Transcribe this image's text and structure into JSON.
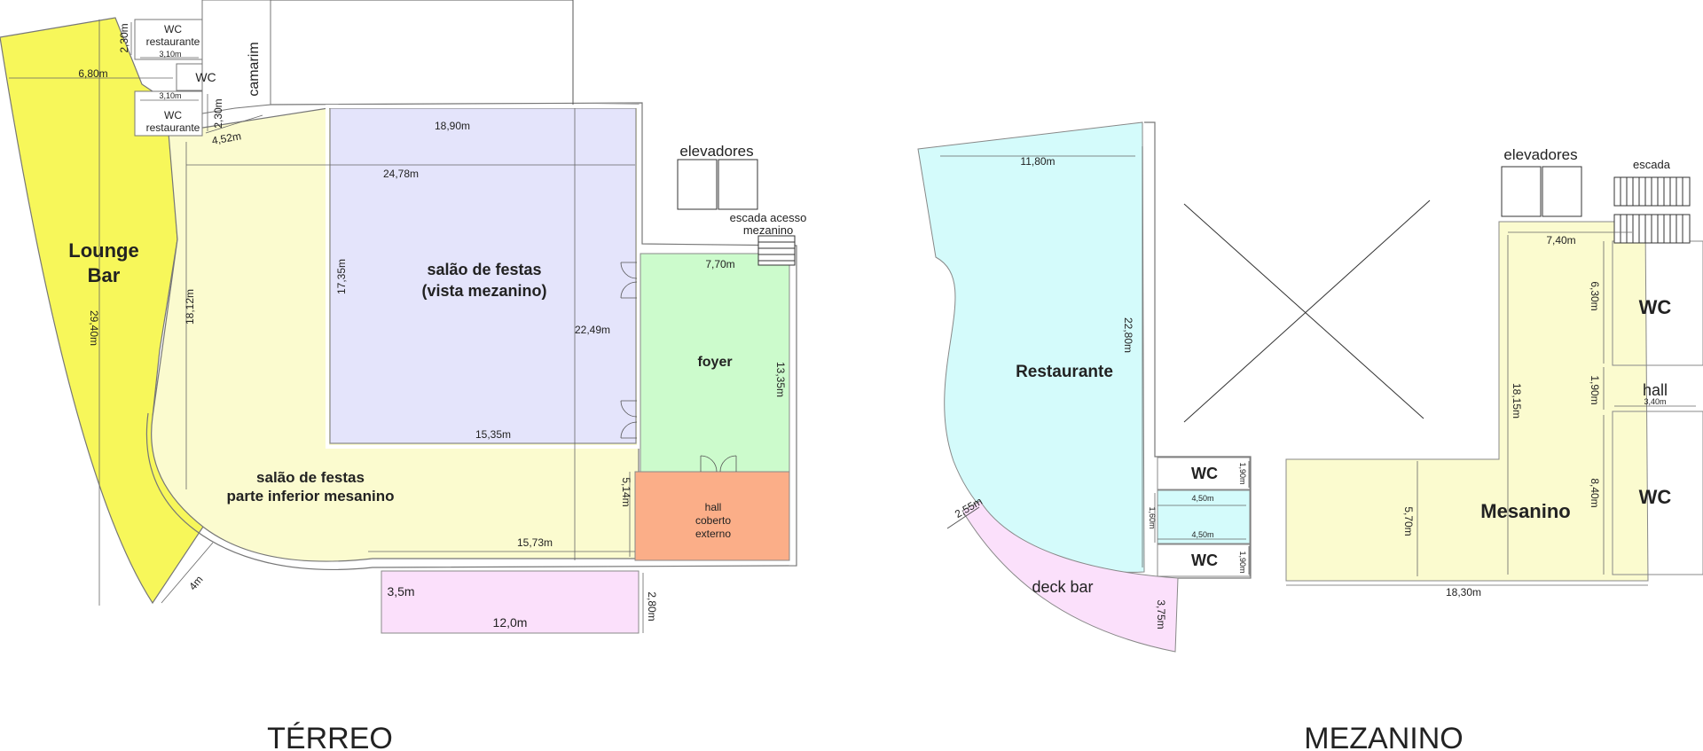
{
  "colors": {
    "lounge": "#f7f75a",
    "salao_inferior": "#fbfbcf",
    "salao_festas": "#e4e4fb",
    "foyer": "#ccfbcc",
    "hall": "#fbae88",
    "deck": "#fbe0fb",
    "restaurante": "#d4fbfb",
    "mesanino": "#fbfbcf"
  },
  "terreo": {
    "title": "TÉRREO",
    "rooms": {
      "lounge_l1": "Lounge",
      "lounge_l2": "Bar",
      "wc_rest_top_l1": "WC",
      "wc_rest_top_l2": "restaurante",
      "wc": "WC",
      "wc_rest_bot_l1": "WC",
      "wc_rest_bot_l2": "restaurante",
      "camarim": "camarim",
      "salao_mez_l1": "salão de festas",
      "salao_mez_l2": "(vista mezanino)",
      "salao_inf_l1": "salão de festas",
      "salao_inf_l2": "parte inferior mesanino",
      "foyer": "foyer",
      "hall_l1": "hall",
      "hall_l2": "coberto",
      "hall_l3": "externo",
      "elevadores": "elevadores",
      "escada_l1": "escada acesso",
      "escada_l2": "mezanino"
    },
    "dims": {
      "d_230_top": "2,30m",
      "d_310_top": "3,10m",
      "d_680": "6,80m",
      "d_310_bot": "3,10m",
      "d_230_bot": "2,30m",
      "d_452": "4,52m",
      "d_1890": "18,90m",
      "d_2478": "24,78m",
      "d_1735": "17,35m",
      "d_1812": "18,12m",
      "d_2940": "29,40m",
      "d_2249": "22,49m",
      "d_1535": "15,35m",
      "d_770": "7,70m",
      "d_1335": "13,35m",
      "d_514": "5,14m",
      "d_1573": "15,73m",
      "d_4m": "4m",
      "d_35": "3,5m",
      "d_120": "12,0m",
      "d_280": "2,80m"
    }
  },
  "mezanino": {
    "title": "MEZANINO",
    "rooms": {
      "restaurante": "Restaurante",
      "deck": "deck bar",
      "wc1": "WC",
      "wc2": "WC",
      "elevadores": "elevadores",
      "escada": "escada",
      "wc_top": "WC",
      "hall": "hall",
      "wc_bot": "WC",
      "mesanino": "Mesanino"
    },
    "dims": {
      "d_1180": "11,80m",
      "d_2280": "22,80m",
      "d_255": "2,55m",
      "d_375": "3,75m",
      "d_190_a": "1,90m",
      "d_450_a": "4,50m",
      "d_160": "1,60m",
      "d_450_b": "4,50m",
      "d_190_b": "1,90m",
      "d_740": "7,40m",
      "d_630": "6,30m",
      "d_190_c": "1,90m",
      "d_340": "3,40m",
      "d_1815": "18,15m",
      "d_840": "8,40m",
      "d_570": "5,70m",
      "d_1830": "18,30m"
    }
  }
}
